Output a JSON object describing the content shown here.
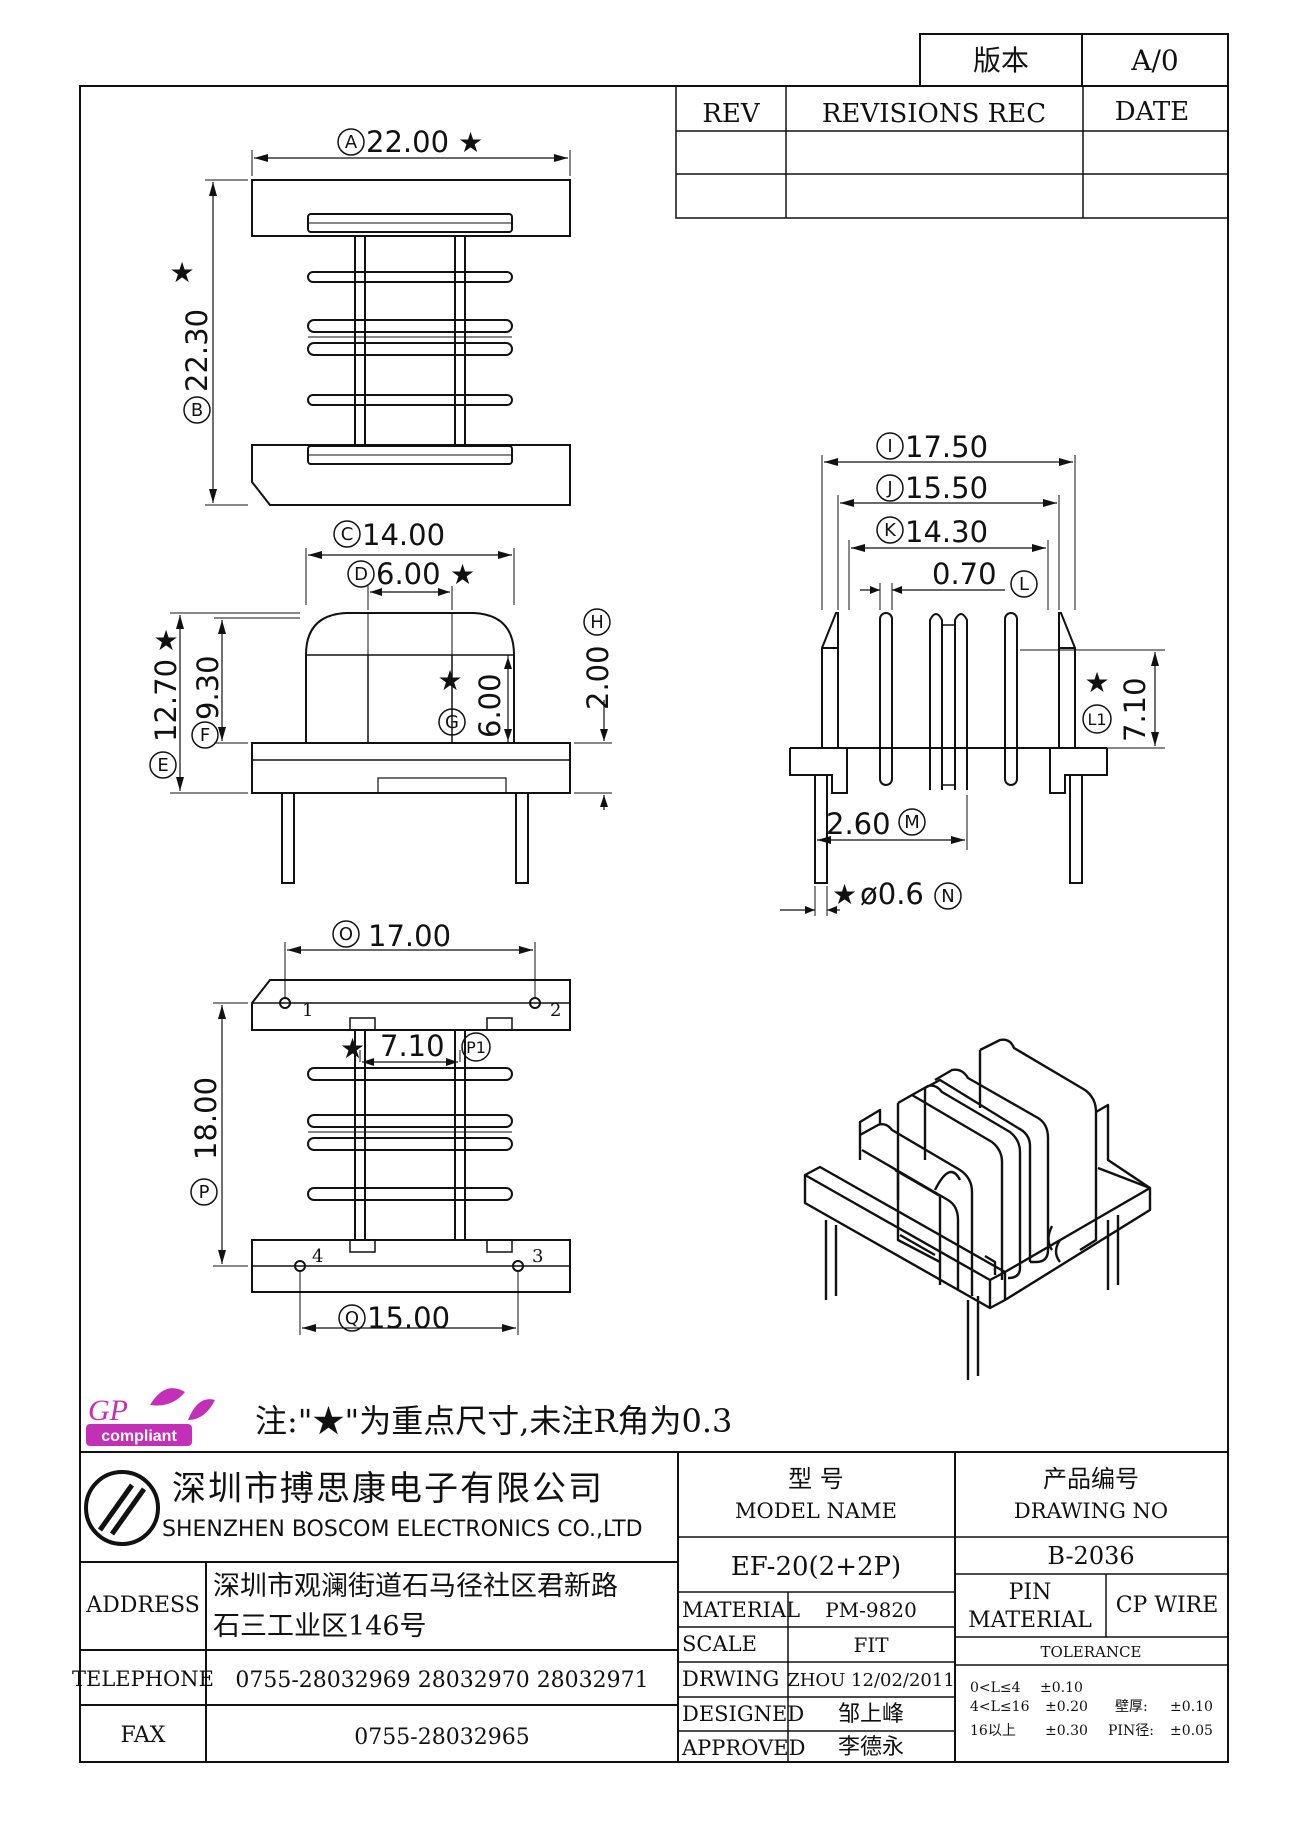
{
  "version_box": {
    "label": "版本",
    "value": "A/0"
  },
  "revision_table": {
    "headers": [
      "REV",
      "REVISIONS REC",
      "DATE"
    ]
  },
  "dimensions": {
    "A": "22.00",
    "B": "22.30",
    "C": "14.00",
    "D": "6.00",
    "E": "12.70",
    "F": "9.30",
    "G": "6.00",
    "H": "2.00",
    "I": "17.50",
    "J": "15.50",
    "K": "14.30",
    "L": "0.70",
    "L1": "7.10",
    "M": "2.60",
    "N": "ø0.6",
    "O": "17.00",
    "P": "18.00",
    "P1": "7.10",
    "Q": "15.00"
  },
  "dimension_letters": {
    "A": "A",
    "B": "B",
    "C": "C",
    "D": "D",
    "E": "E",
    "F": "F",
    "G": "G",
    "H": "H",
    "I": "I",
    "J": "J",
    "K": "K",
    "L": "L",
    "L1": "L1",
    "M": "M",
    "N": "N",
    "O": "O",
    "P": "P",
    "P1": "P1",
    "Q": "Q"
  },
  "pin_numbers": [
    "1",
    "2",
    "3",
    "4"
  ],
  "star": "★",
  "note": "注:\"★\"为重点尺寸,未注R角为0.3",
  "gp_logo": {
    "text": "GP",
    "sub": "compliant"
  },
  "company": {
    "cn": "深圳市搏思康电子有限公司",
    "en": "SHENZHEN BOSCOM ELECTRONICS CO.,LTD"
  },
  "address": {
    "label": "ADDRESS",
    "line1": "深圳市观澜街道石马径社区君新路",
    "line2": "石三工业区146号"
  },
  "telephone": {
    "label": "TELEPHONE",
    "value": "0755-28032969 28032970 28032971"
  },
  "fax": {
    "label": "FAX",
    "value": "0755-28032965"
  },
  "model": {
    "cn": "型    号",
    "en": "MODEL NAME",
    "value": "EF-20(2+2P)"
  },
  "drawing_no": {
    "cn": "产品编号",
    "en": "DRAWING NO",
    "value": "B-2036"
  },
  "material": {
    "label": "MATERIAL",
    "value": "PM-9820"
  },
  "scale": {
    "label": "SCALE",
    "value": "FIT"
  },
  "drwing": {
    "label": "DRWING",
    "value": "ZHOU 12/02/2011"
  },
  "designed": {
    "label": "DESIGNED",
    "value": "邹上峰"
  },
  "approved": {
    "label": "APPROVED",
    "value": "李德永"
  },
  "pin_material": {
    "label1": "PIN",
    "label2": "MATERIAL",
    "value": "CP WIRE"
  },
  "tolerance": {
    "title": "TOLERANCE",
    "rows": [
      {
        "range": "0<L≤4",
        "value": "±0.10",
        "extra_label": "",
        "extra_value": ""
      },
      {
        "range": "4<L≤16",
        "value": "±0.20",
        "extra_label": "壁厚:",
        "extra_value": "±0.10"
      },
      {
        "range": "16以上",
        "value": "±0.30",
        "extra_label": "PIN径:",
        "extra_value": "±0.05"
      }
    ]
  },
  "colors": {
    "line": "#111111",
    "logo": "#c42fb8"
  }
}
